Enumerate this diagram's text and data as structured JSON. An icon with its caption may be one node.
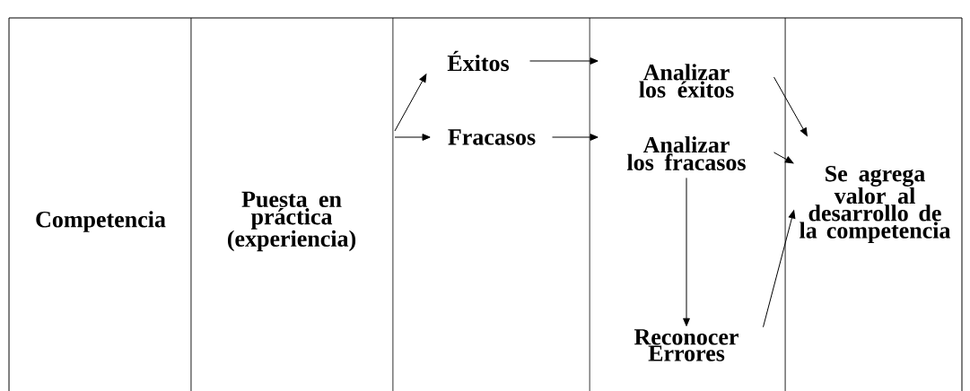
{
  "diagram": {
    "nodes": [
      {
        "text": [
          "Competencia"
        ]
      },
      {
        "text": [
          "Puesta en práctica (experiencia)"
        ]
      },
      {
        "text": [
          "Éxitos"
        ]
      },
      {
        "text": [
          "Fracasos"
        ]
      },
      {
        "text": [
          "Analizar los éxitos"
        ]
      },
      {
        "text": [
          "Analizar los fracasos"
        ]
      },
      {
        "text": [
          "Reconocer Errores"
        ]
      },
      {
        "text": [
          "Se agrega valor al desarrollo de la competencia"
        ]
      }
    ],
    "edges": [
      {
        "from": null,
        "to": 2,
        "arrow": "to"
      },
      {
        "from": null,
        "to": 3,
        "arrow": "to"
      },
      {
        "from": 2,
        "to": 4,
        "arrow": "to"
      },
      {
        "from": 3,
        "to": 5,
        "arrow": "to"
      },
      {
        "from": 4,
        "to": 7,
        "arrow": "to"
      },
      {
        "from": 5,
        "to": 7,
        "arrow": "to"
      },
      {
        "from": 5,
        "to": 6,
        "arrow": "to"
      },
      {
        "from": 6,
        "to": 7,
        "arrow": "to"
      }
    ]
  }
}
